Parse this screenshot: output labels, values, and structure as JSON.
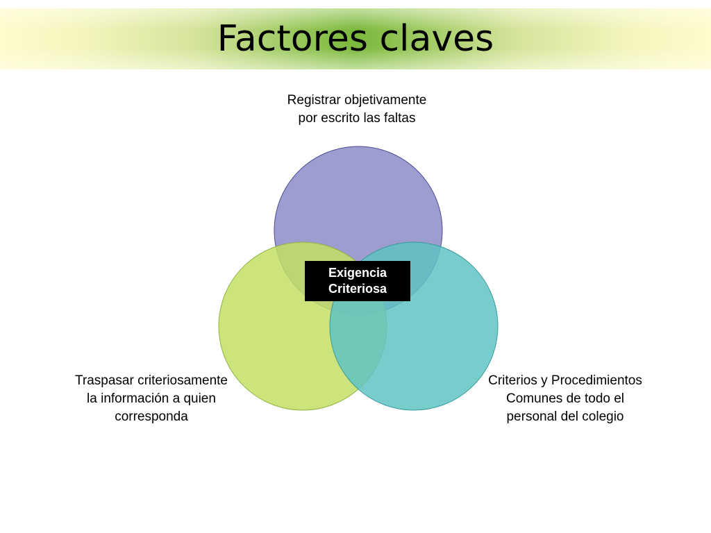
{
  "title": "Factores claves",
  "center": {
    "label": "Exigencia\nCriteriosa",
    "background": "#000000",
    "text_color": "#ffffff"
  },
  "circles": [
    {
      "label": "Registrar objetivamente\n por escrito  las faltas",
      "fill": "#8c8cc8",
      "stroke": "#4b4b96"
    },
    {
      "label": "Criterios y Procedimientos\nComunes de todo el\npersonal del colegio",
      "fill": "#5fc3c3",
      "stroke": "#3a9a9a"
    },
    {
      "label": "Traspasar criteriosamente\nla información a quien\ncorresponda",
      "fill": "#c3df64",
      "stroke": "#8fb340"
    }
  ],
  "colors": {
    "title_band_center": "#7bb83e",
    "title_band_edge": "#fefccb"
  }
}
